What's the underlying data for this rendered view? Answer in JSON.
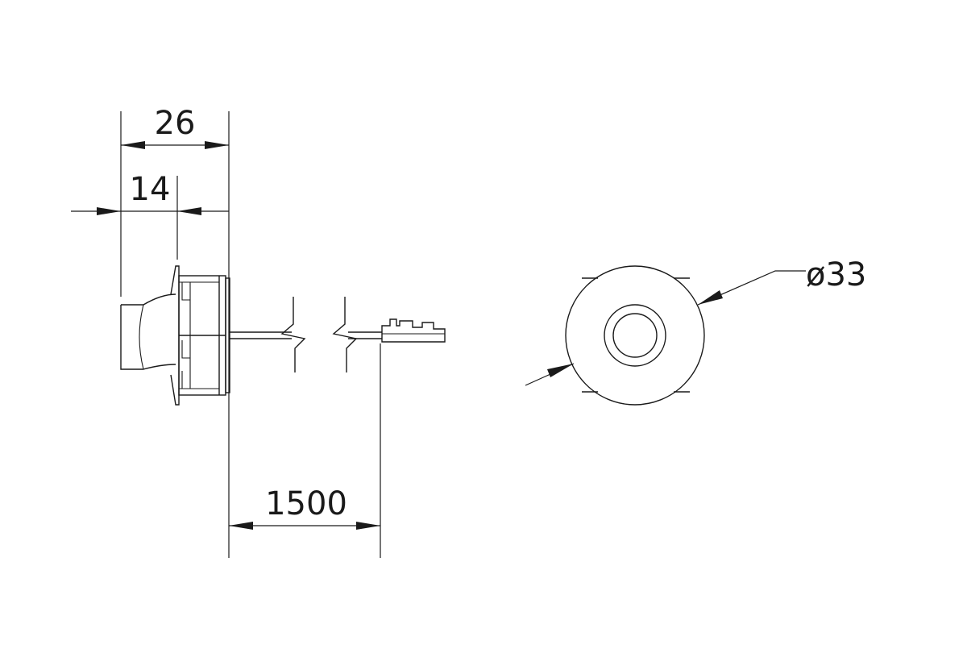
{
  "drawing": {
    "dimensions": {
      "overall_depth": "26",
      "body_depth": "14",
      "cable_length": "1500",
      "diameter": "ø33"
    },
    "line_color": "#1a1a1a",
    "background_color": "#ffffff"
  }
}
